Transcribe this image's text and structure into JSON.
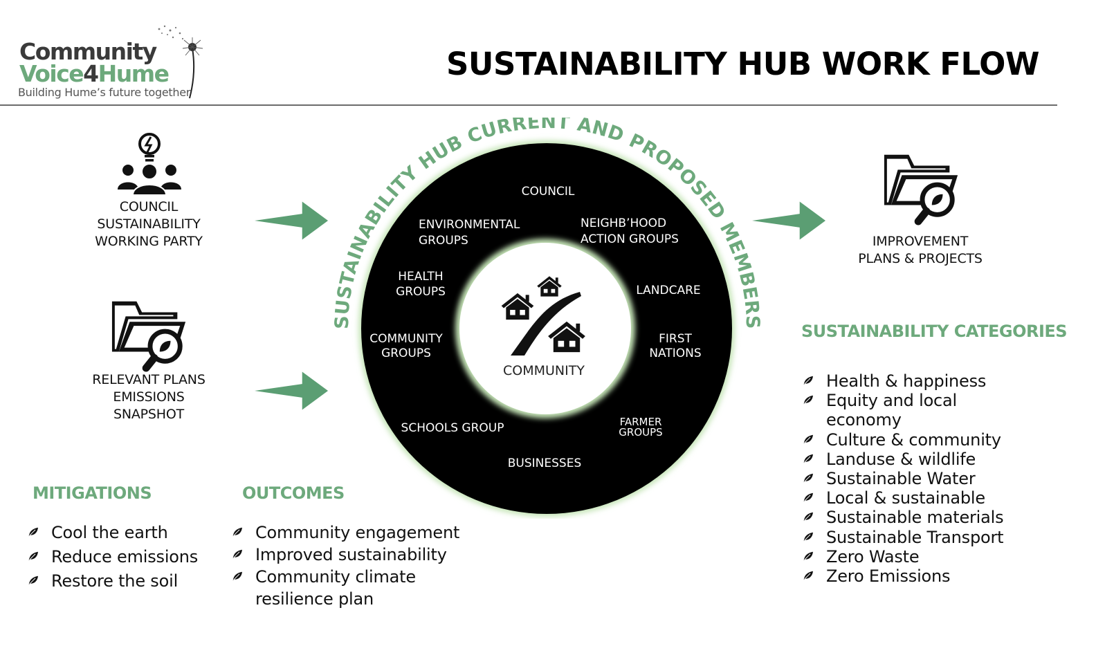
{
  "logo": {
    "line1": "Community",
    "line2_a": "Voice",
    "line2_b": "4",
    "line2_c": "Hume",
    "tagline": "Building Hume’s future together"
  },
  "title": "SUSTAINABILITY HUB WORK FLOW",
  "inputs": {
    "working_party": [
      "COUNCIL",
      "SUSTAINABILITY",
      "WORKING PARTY"
    ],
    "plans": [
      "RELEVANT PLANS",
      "EMISSIONS",
      "SNAPSHOT"
    ]
  },
  "hub": {
    "ring_title": "SUSTAINABILITY HUB CURRENT AND PROPOSED MEMBERS",
    "center": "COMMUNITY",
    "members": {
      "council": "COUNCIL",
      "env_1": "ENVIRONMENTAL",
      "env_2": "GROUPS",
      "neigh_1": "NEIGHB’HOOD",
      "neigh_2": "ACTION GROUPS",
      "health_1": "HEALTH",
      "health_2": "GROUPS",
      "landcare": "LANDCARE",
      "comm_1": "COMMUNITY",
      "comm_2": "GROUPS",
      "first_1": "FIRST",
      "first_2": "NATIONS",
      "schools": "SCHOOLS GROUP",
      "farmer_1": "FARMER",
      "farmer_2": "GROUPS",
      "businesses": "BUSINESSES"
    }
  },
  "output": {
    "label": [
      "IMPROVEMENT",
      "PLANS & PROJECTS"
    ]
  },
  "mitigations": {
    "heading": "MITIGATIONS",
    "items": [
      "Cool the earth",
      "Reduce emissions",
      "Restore the soil"
    ]
  },
  "outcomes": {
    "heading": "OUTCOMES",
    "items": [
      "Community engagement",
      "Improved sustainability",
      "Community climate",
      "resilience plan"
    ]
  },
  "categories": {
    "heading": "SUSTAINABILITY CATEGORIES",
    "items": [
      "Health & happiness",
      "Equity and local",
      "economy",
      "Culture & community",
      "Landuse & wildlife",
      "Sustainable Water",
      "Local & sustainable",
      "Sustainable materials",
      "Sustainable Transport",
      "Zero Waste",
      "Zero Emissions"
    ]
  },
  "colors": {
    "accent_green": "#6da97c",
    "hub_black": "#000000",
    "glow": "#c6e5b8"
  },
  "icons": [
    "dandelion-icon",
    "lightbulb-people-icon",
    "folder-search-icon",
    "arrow-right-icon",
    "house-icon",
    "road-icon",
    "leaf-bullet-icon"
  ]
}
